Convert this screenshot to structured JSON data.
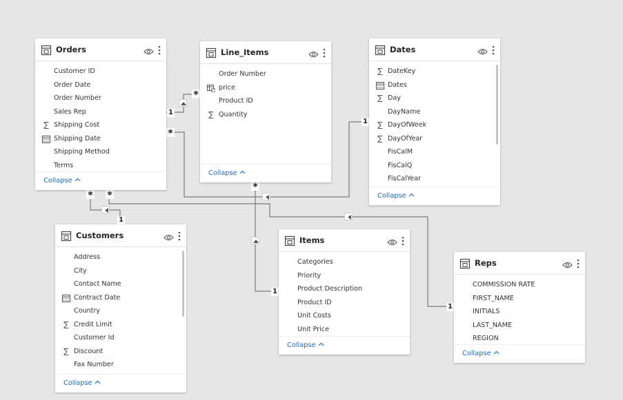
{
  "colors": {
    "canvas": "#e6e6e6",
    "card": "#ffffff",
    "line": "#7a7a7a",
    "link": "#1f6bb8"
  },
  "tables": {
    "orders": {
      "title": "Orders",
      "collapse": "Collapse",
      "fields": [
        {
          "name": "Customer ID",
          "icon": ""
        },
        {
          "name": "Order Date",
          "icon": ""
        },
        {
          "name": "Order Number",
          "icon": ""
        },
        {
          "name": "Sales Rep",
          "icon": ""
        },
        {
          "name": "Shipping Cost",
          "icon": "sum-icon"
        },
        {
          "name": "Shipping Date",
          "icon": "calendar-icon"
        },
        {
          "name": "Shipping Method",
          "icon": ""
        },
        {
          "name": "Terms",
          "icon": ""
        }
      ]
    },
    "line_items": {
      "title": "Line_Items",
      "collapse": "Collapse",
      "fields": [
        {
          "name": "Order Number",
          "icon": ""
        },
        {
          "name": "price",
          "icon": "calculated-table-icon"
        },
        {
          "name": "Product ID",
          "icon": ""
        },
        {
          "name": "Quantity",
          "icon": "sum-icon"
        }
      ]
    },
    "dates": {
      "title": "Dates",
      "collapse": "Collapse",
      "fields": [
        {
          "name": "DateKey",
          "icon": "sum-icon"
        },
        {
          "name": "Dates",
          "icon": "calendar-icon"
        },
        {
          "name": "Day",
          "icon": "sum-icon"
        },
        {
          "name": "DayName",
          "icon": ""
        },
        {
          "name": "DayOfWeek",
          "icon": "sum-icon"
        },
        {
          "name": "DayOfYear",
          "icon": "sum-icon"
        },
        {
          "name": "FisCalM",
          "icon": ""
        },
        {
          "name": "FisCalQ",
          "icon": ""
        },
        {
          "name": "FisCalYear",
          "icon": ""
        }
      ]
    },
    "customers": {
      "title": "Customers",
      "collapse": "Collapse",
      "fields": [
        {
          "name": "Address",
          "icon": ""
        },
        {
          "name": "City",
          "icon": ""
        },
        {
          "name": "Contact Name",
          "icon": ""
        },
        {
          "name": "Contract Date",
          "icon": "calendar-icon"
        },
        {
          "name": "Country",
          "icon": ""
        },
        {
          "name": "Credit Limit",
          "icon": "sum-icon"
        },
        {
          "name": "Customer Id",
          "icon": ""
        },
        {
          "name": "Discount",
          "icon": "sum-icon"
        },
        {
          "name": "Fax Number",
          "icon": ""
        }
      ]
    },
    "items": {
      "title": "Items",
      "collapse": "Collapse",
      "fields": [
        {
          "name": "Categories",
          "icon": ""
        },
        {
          "name": "Priority",
          "icon": ""
        },
        {
          "name": "Product Description",
          "icon": ""
        },
        {
          "name": "Product ID",
          "icon": ""
        },
        {
          "name": "Unit Costs",
          "icon": ""
        },
        {
          "name": "Unit Price",
          "icon": ""
        }
      ]
    },
    "reps": {
      "title": "Reps",
      "collapse": "Collapse",
      "fields": [
        {
          "name": "COMMISSION RATE",
          "icon": ""
        },
        {
          "name": "FIRST_NAME",
          "icon": ""
        },
        {
          "name": "INITIALS",
          "icon": ""
        },
        {
          "name": "LAST_NAME",
          "icon": ""
        },
        {
          "name": "REGION",
          "icon": ""
        }
      ]
    }
  },
  "cardinality": {
    "one": "1",
    "many": "*"
  }
}
